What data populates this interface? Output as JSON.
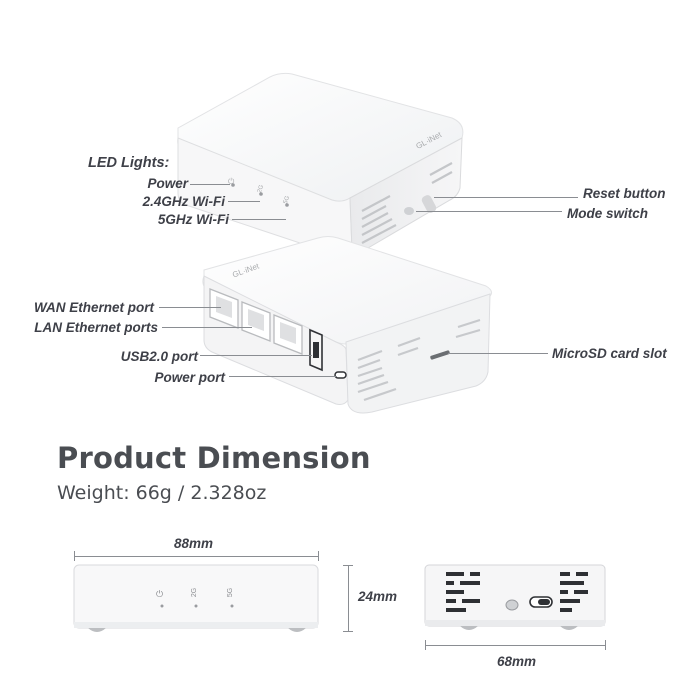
{
  "top_device": {
    "logo": "GL·iNet",
    "led_marks": [
      "2G",
      "5G"
    ]
  },
  "bottom_device": {
    "logo": "GL·iNet"
  },
  "callouts": {
    "led_header": "LED Lights:",
    "power": "Power",
    "wifi_24": "2.4GHz Wi-Fi",
    "wifi_5": "5GHz Wi-Fi",
    "reset": "Reset button",
    "mode": "Mode switch",
    "wan": "WAN Ethernet port",
    "lan": "LAN Ethernet ports",
    "usb": "USB2.0 port",
    "power_port": "Power port",
    "microsd": "MicroSD card slot"
  },
  "dimension": {
    "title": "Product Dimension",
    "weight": "Weight: 66g / 2.328oz",
    "width": "88mm",
    "height": "24mm",
    "depth": "68mm",
    "front_marks": [
      "2G",
      "5G"
    ]
  },
  "colors": {
    "text": "#3e4048",
    "device_white": "#f7f7f7",
    "device_shade": "#e3e4e6",
    "line": "#8a8d92"
  },
  "icons": [
    "power-icon"
  ]
}
